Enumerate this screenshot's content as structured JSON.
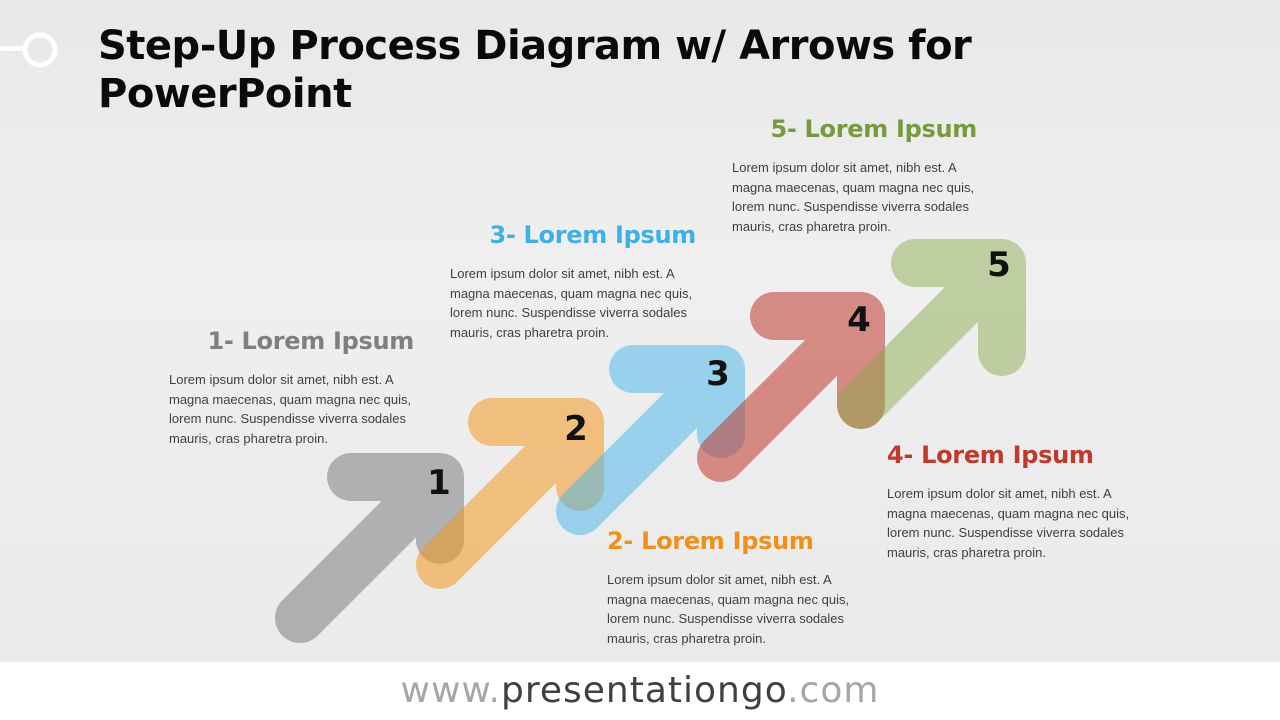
{
  "title": "Step-Up Process Diagram w/ Arrows for PowerPoint",
  "steps": [
    {
      "number": "1",
      "title": "1- Lorem Ipsum",
      "color": "#8c8c8c",
      "arrow_color": "#8c8c8c",
      "title_color": "#7f7f7f",
      "body": "Lorem ipsum dolor sit amet, nibh est. A magna maecenas, quam magna nec quis, lorem nunc. Suspendisse viverra sodales mauris, cras pharetra proin."
    },
    {
      "number": "2",
      "title": "2- Lorem Ipsum",
      "color": "#f39a23",
      "arrow_color": "#f39a23",
      "title_color": "#f0901a",
      "body": "Lorem ipsum dolor sit amet, nibh est. A magna maecenas, quam magna nec quis, lorem nunc. Suspendisse viverra sodales mauris, cras pharetra proin."
    },
    {
      "number": "3",
      "title": "3- Lorem Ipsum",
      "color": "#45b6ea",
      "arrow_color": "#45b6ea",
      "title_color": "#3fb0e6",
      "body": "Lorem ipsum dolor sit amet, nibh est. A magna maecenas, quam magna nec quis, lorem nunc. Suspendisse viverra sodales mauris, cras pharetra proin."
    },
    {
      "number": "4",
      "title": "4- Lorem Ipsum",
      "color": "#c0392b",
      "arrow_color": "#c0392b",
      "title_color": "#c0392b",
      "body": "Lorem ipsum dolor sit amet, nibh est. A magna maecenas, quam magna nec quis, lorem nunc. Suspendisse viverra sodales mauris, cras pharetra proin."
    },
    {
      "number": "5",
      "title": "5- Lorem Ipsum",
      "color": "#8bab4a",
      "arrow_color": "#8bab4a",
      "title_color": "#789a3e",
      "body": "Lorem ipsum dolor sit amet, nibh est. A magna maecenas, quam magna nec quis, lorem nunc. Suspendisse viverra sodales mauris, cras pharetra proin."
    }
  ],
  "footer": {
    "prefix": "www.",
    "brand": "presentationgo",
    "suffix": ".com"
  },
  "icons": {
    "deco": "key-ring-icon"
  }
}
